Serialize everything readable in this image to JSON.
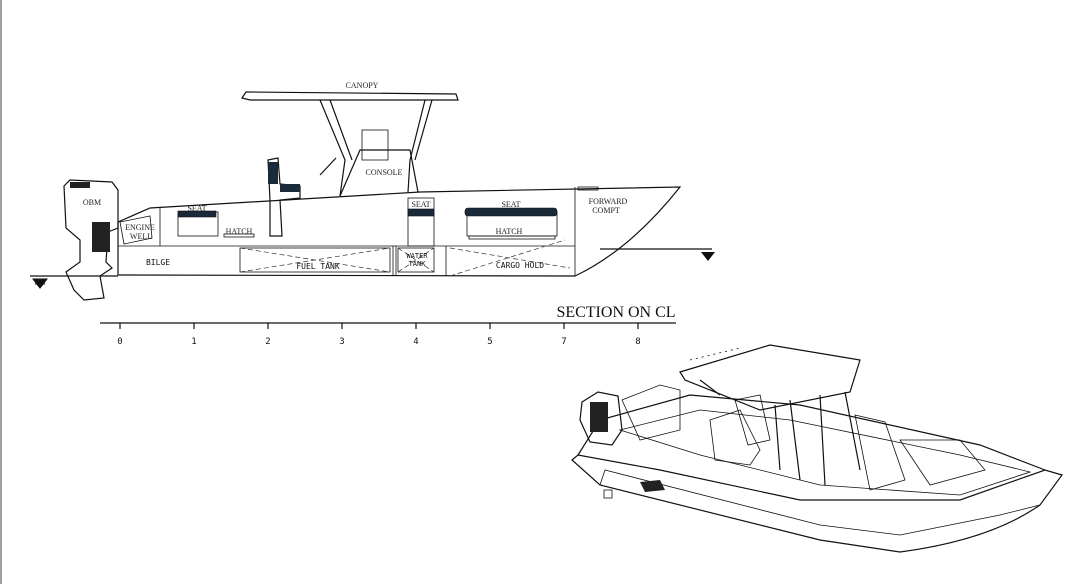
{
  "drawing": {
    "title": "SECTION ON CL",
    "labels": {
      "canopy": "CANOPY",
      "console": "CONSOLE",
      "obm": "OBM",
      "aft_seat": "SEAT",
      "engine_well_1": "ENGINE",
      "engine_well_2": "WELL",
      "aft_hatch": "HATCH",
      "bilge": "BILGE",
      "fuel_tank": "FUEL TANK",
      "water_tank_1": "WATER",
      "water_tank_2": "TANK",
      "console_seat": "SEAT",
      "fwd_seat": "SEAT",
      "fwd_hatch": "HATCH",
      "cargo_hold": "CARGO HOLD",
      "forward_compt_1": "FORWARD",
      "forward_compt_2": "COMPT"
    },
    "scale_stations": [
      "0",
      "1",
      "2",
      "3",
      "4",
      "5",
      "7",
      "8"
    ]
  }
}
